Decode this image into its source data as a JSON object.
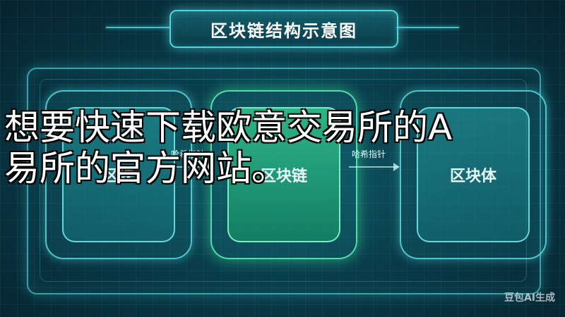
{
  "title": "区块链结构示意图",
  "blocks": [
    {
      "label": "区块"
    },
    {
      "label": "区块链"
    },
    {
      "label": "区块体"
    }
  ],
  "arrows": [
    {
      "label": "哈希指针"
    },
    {
      "label": "哈希指针"
    }
  ],
  "overlay_text": {
    "line1": "想要快速下载欧意交易所的A",
    "line2": "易所的官方网站。"
  },
  "watermark": "豆包AI生成"
}
